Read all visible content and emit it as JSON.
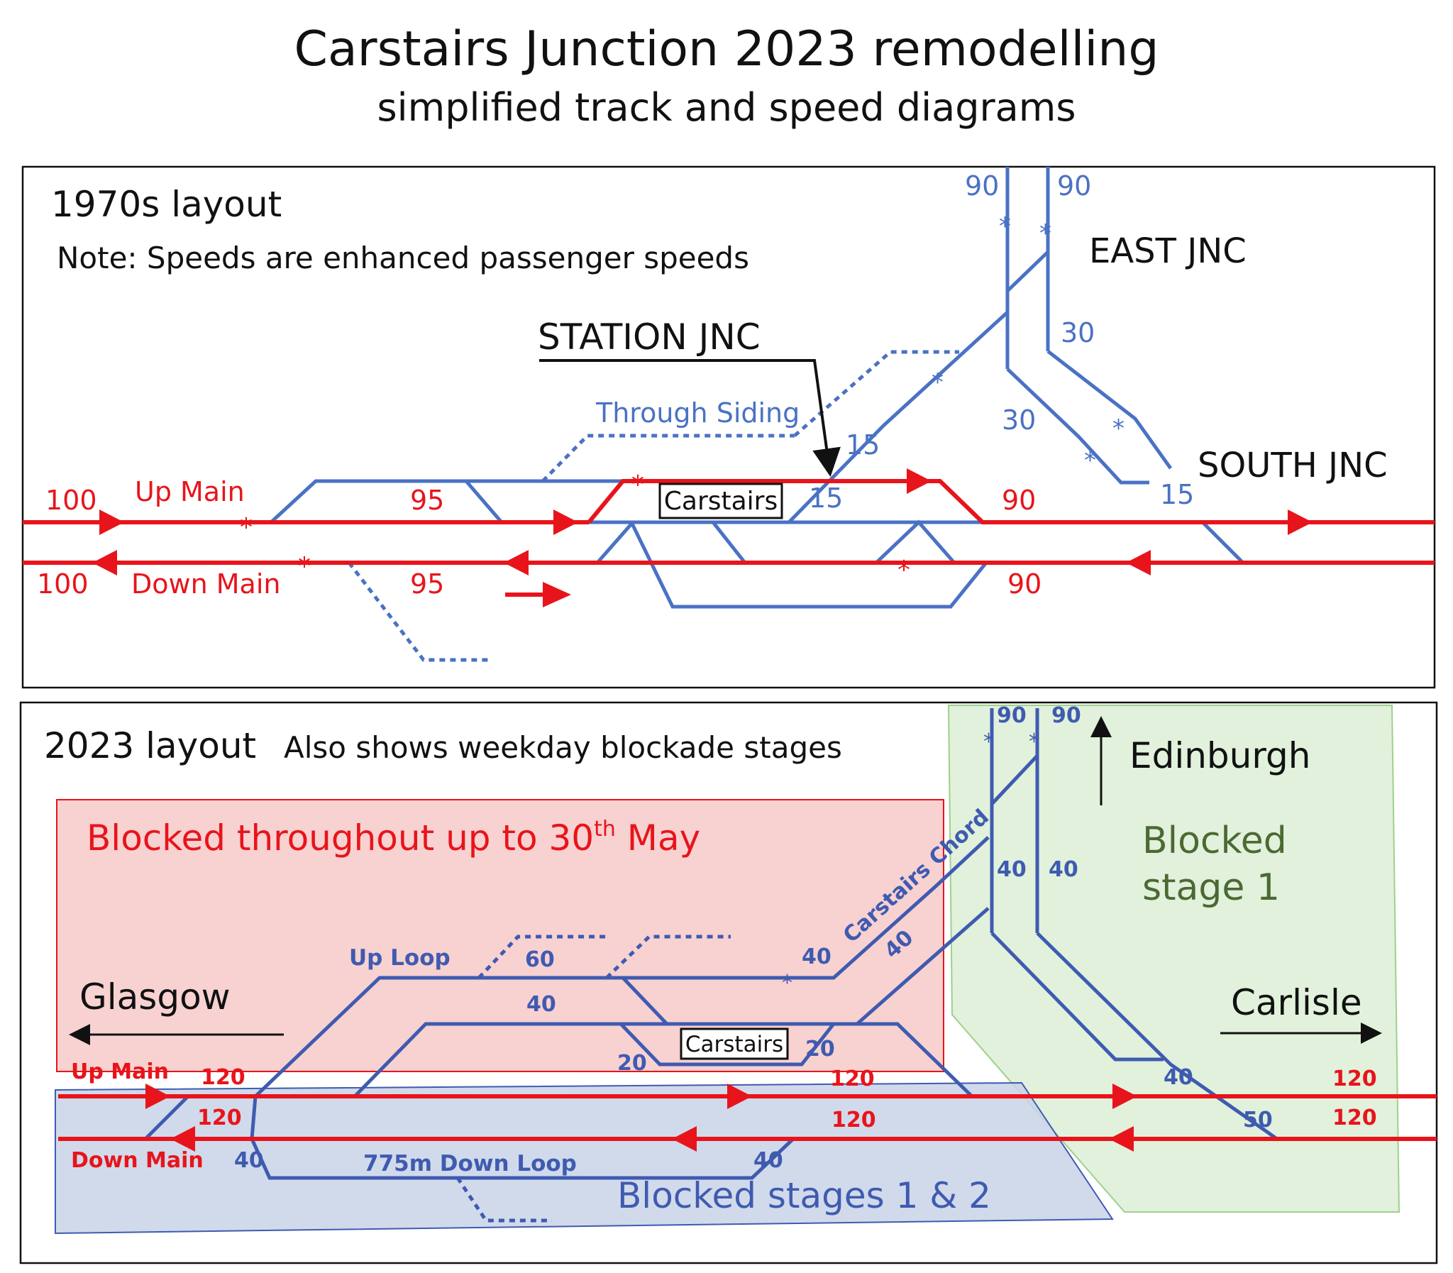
{
  "title": "Carstairs Junction 2023 remodelling",
  "subtitle": "simplified track and speed diagrams",
  "colors": {
    "red": "#e8141b",
    "blue": "#4a72c4",
    "blue2": "#3f5bb0",
    "pink_zone": "#f7c9c9",
    "blue_zone": "#c9d4e8",
    "green_zone": "#dcefd6",
    "black": "#111111"
  },
  "panel_1970s": {
    "heading": "1970s layout",
    "note": "Note: Speeds are enhanced passenger speeds",
    "station_jnc": "STATION JNC",
    "east_jnc": "EAST JNC",
    "south_jnc": "SOUTH JNC",
    "through_siding": "Through Siding",
    "station": "Carstairs",
    "up_main": "Up Main",
    "down_main": "Down Main",
    "speeds": {
      "up_left": "100",
      "down_left": "100",
      "up_95": "95",
      "down_95": "95",
      "up_90": "90",
      "down_90": "90",
      "east_90_left": "90",
      "east_90_right": "90",
      "speed_30_right": "30",
      "speed_30_left": "30",
      "speed_15_chord": "15",
      "speed_15_station": "15",
      "speed_15_south": "15"
    },
    "asterisk": "*"
  },
  "panel_2023": {
    "heading": "2023 layout",
    "subheading": "Also shows weekday blockade stages",
    "blocked_pink": "Blocked throughout up to 30",
    "blocked_pink_sup": "th",
    "blocked_pink_end": " May",
    "blocked_green_1": "Blocked",
    "blocked_green_2": "stage 1",
    "blocked_blue": "Blocked stages 1 & 2",
    "glasgow": "Glasgow",
    "carlisle": "Carlisle",
    "edinburgh": "Edinburgh",
    "station": "Carstairs",
    "up_loop": "Up Loop",
    "down_loop": "775m Down Loop",
    "chord": "Carstairs Chord",
    "up_main": "Up Main",
    "down_main": "Down Main",
    "speeds": {
      "top_90_left": "90",
      "top_90_right": "90",
      "v40_left": "40",
      "v40_right": "40",
      "loop_60": "60",
      "loop_40_mid": "40",
      "loop_40_right": "40",
      "chord_40": "40",
      "plat_20_left": "20",
      "plat_20_right": "20",
      "up_120_left": "120",
      "down_120_left": "120",
      "up_120_mid": "120",
      "down_120_mid": "120",
      "up_120_right": "120",
      "down_120_right": "120",
      "down_40_left": "40",
      "down_40_right": "40",
      "south_40": "40",
      "south_50": "50"
    },
    "asterisk": "*"
  }
}
